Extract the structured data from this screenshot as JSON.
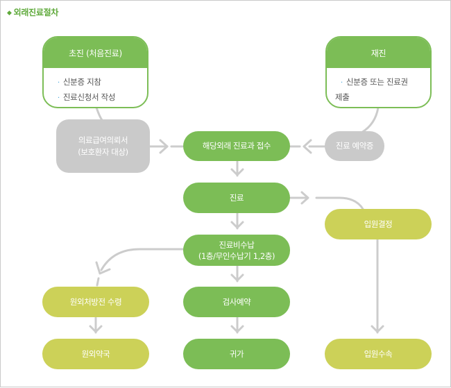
{
  "title": {
    "marker": "◆",
    "text": "외래진료절차"
  },
  "colors": {
    "green": "#7cbd56",
    "lime": "#ccd158",
    "gray": "#cacaca",
    "connector": "#cccccc",
    "title": "#5ea93a",
    "bullet": "#3aa0d8"
  },
  "cards": {
    "first_visit": {
      "title": "초진 (처음진료)",
      "items": [
        "신분증 지참",
        "진료신청서 작성"
      ]
    },
    "revisit": {
      "title": "재진",
      "items": [
        "신분증 또는 진료권",
        "제출"
      ]
    }
  },
  "nodes": {
    "medical_aid": [
      "의료급여의뢰서",
      "(보호환자 대상)"
    ],
    "appointment": "진료 예약증",
    "reception": "해당외래 진료과 접수",
    "treatment": "진료",
    "admission_decision": "입원결정",
    "payment": [
      "진료비수납",
      "(1층/무인수납기 1,2층)"
    ],
    "prescription": "원외처방전 수령",
    "exam_booking": "검사예약",
    "pharmacy": "원외약국",
    "go_home": "귀가",
    "admission_procedure": "입원수속"
  }
}
